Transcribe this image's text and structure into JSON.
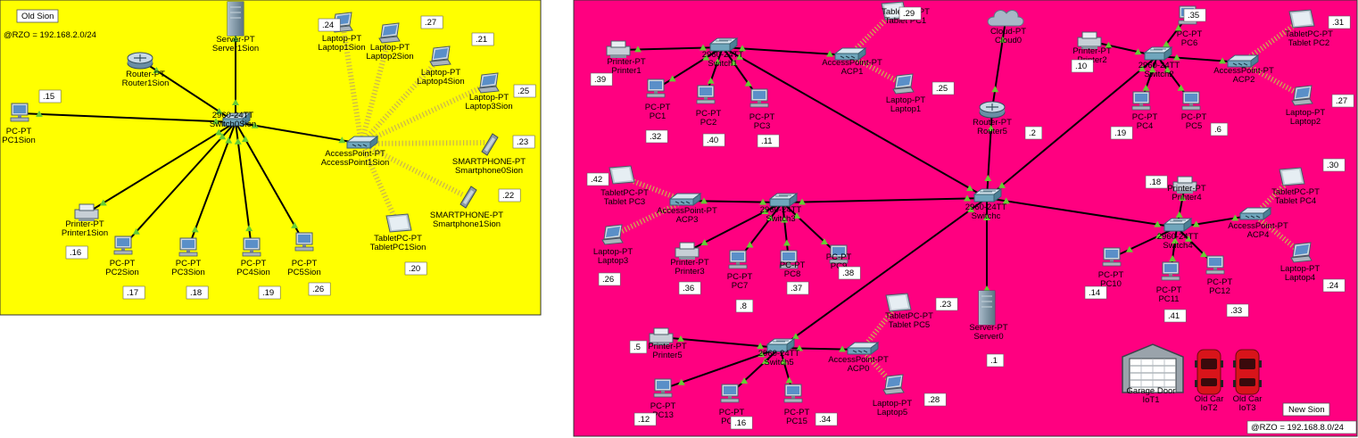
{
  "zones": [
    {
      "id": "old",
      "title": "Old Sion",
      "network": "@RZO = 192.168.2.0/24",
      "color": "#ffff00"
    },
    {
      "id": "new",
      "title": "New Sion",
      "network": "@RZO = 192.168.8.0/24",
      "color": "#ff0080"
    }
  ],
  "nodes": [
    {
      "id": "srv1",
      "type": "server",
      "label": [
        "Server-PT",
        "Server1Sion"
      ]
    },
    {
      "id": "rt1",
      "type": "router",
      "label": [
        "Router-PT",
        "Router1Sion"
      ]
    },
    {
      "id": "sw0s",
      "type": "switch",
      "label": [
        "2960-24TT",
        "Switch0Sion"
      ]
    },
    {
      "id": "pc1s",
      "type": "pc",
      "label": [
        "PC-PT",
        "PC1Sion"
      ],
      "ip": ".15"
    },
    {
      "id": "pr1s",
      "type": "printer",
      "label": [
        "Printer-PT",
        "Printer1Sion"
      ],
      "ip": ".16"
    },
    {
      "id": "pc2s",
      "type": "pc",
      "label": [
        "PC-PT",
        "PC2Sion"
      ],
      "ip": ".17"
    },
    {
      "id": "pc3s",
      "type": "pc",
      "label": [
        "PC-PT",
        "PC3Sion"
      ],
      "ip": ".18"
    },
    {
      "id": "pc4s",
      "type": "pc",
      "label": [
        "PC-PT",
        "PC4Sion"
      ],
      "ip": ".19"
    },
    {
      "id": "pc5s",
      "type": "pc",
      "label": [
        "PC-PT",
        "PC5Sion"
      ],
      "ip": ".26"
    },
    {
      "id": "ap1s",
      "type": "ap",
      "label": [
        "AccessPoint-PT",
        "AccessPoint1Sion"
      ]
    },
    {
      "id": "lt1s",
      "type": "laptop",
      "label": [
        "Laptop-PT",
        "Laptop1Sion"
      ],
      "ip": ".24"
    },
    {
      "id": "lt2s",
      "type": "laptop",
      "label": [
        "Laptop-PT",
        "Laptop2Sion"
      ],
      "ip": ".27"
    },
    {
      "id": "lt4s",
      "type": "laptop",
      "label": [
        "Laptop-PT",
        "Laptop4Sion"
      ],
      "ip": ".21"
    },
    {
      "id": "lt3s",
      "type": "laptop",
      "label": [
        "Laptop-PT",
        "Laptop3Sion"
      ],
      "ip": ".25"
    },
    {
      "id": "sp0s",
      "type": "phone",
      "label": [
        "SMARTPHONE-PT",
        "Smartphone0Sion"
      ],
      "ip": ".23"
    },
    {
      "id": "sp1s",
      "type": "phone",
      "label": [
        "SMARTPHONE-PT",
        "Smartphone1Sion"
      ],
      "ip": ".22"
    },
    {
      "id": "tb1s",
      "type": "tablet",
      "label": [
        "TabletPC-PT",
        "TabletPC1Sion"
      ],
      "ip": ".20"
    },
    {
      "id": "pr1",
      "type": "printer",
      "label": [
        "Printer-PT",
        "Printer1"
      ],
      "ip": ".39"
    },
    {
      "id": "sw1",
      "type": "switch",
      "label": [
        "2960-24TT",
        "Switch1"
      ]
    },
    {
      "id": "pc1",
      "type": "pc",
      "label": [
        "PC-PT",
        "PC1"
      ],
      "ip": ".32"
    },
    {
      "id": "pc2",
      "type": "pc",
      "label": [
        "PC-PT",
        "PC2"
      ],
      "ip": ".40"
    },
    {
      "id": "pc3",
      "type": "pc",
      "label": [
        "PC-PT",
        "PC3"
      ],
      "ip": ".11"
    },
    {
      "id": "acp1",
      "type": "ap",
      "label": [
        "AccessPoint-PT",
        "ACP1"
      ]
    },
    {
      "id": "tab1",
      "type": "tablet",
      "label": [
        "TabletPC-PT",
        "Tablet PC1"
      ],
      "ip": ".29"
    },
    {
      "id": "lap1",
      "type": "laptop",
      "label": [
        "Laptop-PT",
        "Laptop1"
      ],
      "ip": ".25"
    },
    {
      "id": "cloud",
      "type": "cloud",
      "label": [
        "Cloud-PT",
        "Cloud0"
      ]
    },
    {
      "id": "rt5",
      "type": "router",
      "label": [
        "Router-PT",
        "Router5"
      ],
      "ip": ".2"
    },
    {
      "id": "swc",
      "type": "switch",
      "label": [
        "2960-24TT",
        "Switchc"
      ]
    },
    {
      "id": "srv0",
      "type": "server",
      "label": [
        "Server-PT",
        "Server0"
      ],
      "ip": ".1"
    },
    {
      "id": "pr2",
      "type": "printer",
      "label": [
        "Printer-PT",
        "Printer2"
      ],
      "ip": ".10"
    },
    {
      "id": "sw2",
      "type": "switch",
      "label": [
        "2960-24TT",
        "Switch2"
      ]
    },
    {
      "id": "pc6",
      "type": "pc",
      "label": [
        "PC-PT",
        "PC6"
      ],
      "ip": ".35"
    },
    {
      "id": "pc4",
      "type": "pc",
      "label": [
        "PC-PT",
        "PC4"
      ],
      "ip": ".19"
    },
    {
      "id": "pc5",
      "type": "pc",
      "label": [
        "PC-PT",
        "PC5"
      ],
      "ip": ".6"
    },
    {
      "id": "acp2",
      "type": "ap",
      "label": [
        "AccessPoint-PT",
        "ACP2"
      ]
    },
    {
      "id": "tab2",
      "type": "tablet",
      "label": [
        "TabletPC-PT",
        "Tablet PC2"
      ],
      "ip": ".31"
    },
    {
      "id": "lap2",
      "type": "laptop",
      "label": [
        "Laptop-PT",
        "Laptop2"
      ],
      "ip": ".27"
    },
    {
      "id": "tab3",
      "type": "tablet",
      "label": [
        "TabletPC-PT",
        "Tablet PC3"
      ],
      "ip": ".42"
    },
    {
      "id": "acp3",
      "type": "ap",
      "label": [
        "AccessPoint-PT",
        "ACP3"
      ]
    },
    {
      "id": "sw3",
      "type": "switch",
      "label": [
        "2960-24TT",
        "Switch3"
      ]
    },
    {
      "id": "lap3",
      "type": "laptop",
      "label": [
        "Laptop-PT",
        "Laptop3"
      ],
      "ip": ".26"
    },
    {
      "id": "pr3",
      "type": "printer",
      "label": [
        "Printer-PT",
        "Printer3"
      ],
      "ip": ".36"
    },
    {
      "id": "pc7",
      "type": "pc",
      "label": [
        "PC-PT",
        "PC7"
      ],
      "ip": ".8"
    },
    {
      "id": "pc8",
      "type": "pc",
      "label": [
        "PC-PT",
        "PC8"
      ],
      "ip": ".37"
    },
    {
      "id": "pc9",
      "type": "pc",
      "label": [
        "PC-PT",
        "PC9"
      ],
      "ip": ".38"
    },
    {
      "id": "pr4",
      "type": "printer",
      "label": [
        "Printer-PT",
        "Printer4"
      ],
      "ip": ".18"
    },
    {
      "id": "sw4",
      "type": "switch",
      "label": [
        "2960-24TT",
        "Switch4"
      ]
    },
    {
      "id": "acp4",
      "type": "ap",
      "label": [
        "AccessPoint-PT",
        "ACP4"
      ]
    },
    {
      "id": "tab4",
      "type": "tablet",
      "label": [
        "TabletPC-PT",
        "Tablet PC4"
      ],
      "ip": ".30"
    },
    {
      "id": "lap4",
      "type": "laptop",
      "label": [
        "Laptop-PT",
        "Laptop4"
      ],
      "ip": ".24"
    },
    {
      "id": "pc10",
      "type": "pc",
      "label": [
        "PC-PT",
        "PC10"
      ],
      "ip": ".14"
    },
    {
      "id": "pc11",
      "type": "pc",
      "label": [
        "PC-PT",
        "PC11"
      ],
      "ip": ".41"
    },
    {
      "id": "pc12",
      "type": "pc",
      "label": [
        "PC-PT",
        "PC12"
      ],
      "ip": ".33"
    },
    {
      "id": "pr5",
      "type": "printer",
      "label": [
        "Printer-PT",
        "Printer5"
      ],
      "ip": ".5"
    },
    {
      "id": "sw5",
      "type": "switch",
      "label": [
        "2960-24TT",
        "Switch5"
      ]
    },
    {
      "id": "acp0",
      "type": "ap",
      "label": [
        "AccessPoint-PT",
        "ACP0"
      ]
    },
    {
      "id": "tab5",
      "type": "tablet",
      "label": [
        "TabletPC-PT",
        "Tablet PC5"
      ],
      "ip": ".23"
    },
    {
      "id": "lap5",
      "type": "laptop",
      "label": [
        "Laptop-PT",
        "Laptop5"
      ],
      "ip": ".28"
    },
    {
      "id": "pc13",
      "type": "pc",
      "label": [
        "PC-PT",
        "PC13"
      ],
      "ip": ".12"
    },
    {
      "id": "pc14",
      "type": "pc",
      "label": [
        "PC-PT",
        "PC14"
      ],
      "ip": ".16"
    },
    {
      "id": "pc15",
      "type": "pc",
      "label": [
        "PC-PT",
        "PC15"
      ],
      "ip": ".34"
    },
    {
      "id": "iot1",
      "type": "garage",
      "label": [
        "Garage Door",
        "IoT1"
      ]
    },
    {
      "id": "iot2",
      "type": "car",
      "label": [
        "Old Car",
        "IoT2"
      ]
    },
    {
      "id": "iot3",
      "type": "car",
      "label": [
        "Old Car",
        "IoT3"
      ]
    }
  ],
  "links": [
    [
      "srv1",
      "sw0s",
      "wire"
    ],
    [
      "rt1",
      "sw0s",
      "wire"
    ],
    [
      "pc1s",
      "sw0s",
      "wire"
    ],
    [
      "pr1s",
      "sw0s",
      "wire"
    ],
    [
      "pc2s",
      "sw0s",
      "wire"
    ],
    [
      "pc3s",
      "sw0s",
      "wire"
    ],
    [
      "pc4s",
      "sw0s",
      "wire"
    ],
    [
      "pc5s",
      "sw0s",
      "wire"
    ],
    [
      "sw0s",
      "ap1s",
      "wire"
    ],
    [
      "ap1s",
      "lt1s",
      "wireless"
    ],
    [
      "ap1s",
      "lt2s",
      "wireless"
    ],
    [
      "ap1s",
      "lt4s",
      "wireless"
    ],
    [
      "ap1s",
      "lt3s",
      "wireless"
    ],
    [
      "ap1s",
      "sp0s",
      "wireless"
    ],
    [
      "ap1s",
      "sp1s",
      "wireless"
    ],
    [
      "ap1s",
      "tb1s",
      "wireless"
    ],
    [
      "pr1",
      "sw1",
      "wire"
    ],
    [
      "pc1",
      "sw1",
      "wire"
    ],
    [
      "pc2",
      "sw1",
      "wire"
    ],
    [
      "pc3",
      "sw1",
      "wire"
    ],
    [
      "sw1",
      "acp1",
      "wire"
    ],
    [
      "acp1",
      "tab1",
      "wireless"
    ],
    [
      "acp1",
      "lap1",
      "wireless"
    ],
    [
      "sw1",
      "swc",
      "wire"
    ],
    [
      "cloud",
      "rt5",
      "wire"
    ],
    [
      "rt5",
      "swc",
      "wire"
    ],
    [
      "srv0",
      "swc",
      "wire"
    ],
    [
      "pr2",
      "sw2",
      "wire"
    ],
    [
      "pc6",
      "sw2",
      "wire"
    ],
    [
      "pc4",
      "sw2",
      "wire"
    ],
    [
      "pc5",
      "sw2",
      "wire"
    ],
    [
      "sw2",
      "acp2",
      "wire"
    ],
    [
      "acp2",
      "tab2",
      "wireless"
    ],
    [
      "acp2",
      "lap2",
      "wireless"
    ],
    [
      "sw2",
      "swc",
      "wire"
    ],
    [
      "acp3",
      "sw3",
      "wire"
    ],
    [
      "tab3",
      "acp3",
      "wireless"
    ],
    [
      "lap3",
      "acp3",
      "wireless"
    ],
    [
      "pr3",
      "sw3",
      "wire"
    ],
    [
      "pc7",
      "sw3",
      "wire"
    ],
    [
      "pc8",
      "sw3",
      "wire"
    ],
    [
      "pc9",
      "sw3",
      "wire"
    ],
    [
      "sw3",
      "swc",
      "wire"
    ],
    [
      "pr4",
      "sw4",
      "wire"
    ],
    [
      "sw4",
      "acp4",
      "wire"
    ],
    [
      "acp4",
      "tab4",
      "wireless"
    ],
    [
      "acp4",
      "lap4",
      "wireless"
    ],
    [
      "pc10",
      "sw4",
      "wire"
    ],
    [
      "pc11",
      "sw4",
      "wire"
    ],
    [
      "pc12",
      "sw4",
      "wire"
    ],
    [
      "sw4",
      "swc",
      "wire"
    ],
    [
      "pr5",
      "sw5",
      "wire"
    ],
    [
      "sw5",
      "acp0",
      "wire"
    ],
    [
      "acp0",
      "tab5",
      "wireless"
    ],
    [
      "acp0",
      "lap5",
      "wireless"
    ],
    [
      "pc13",
      "sw5",
      "wire"
    ],
    [
      "pc14",
      "sw5",
      "wire"
    ],
    [
      "pc15",
      "sw5",
      "wire"
    ],
    [
      "sw5",
      "swc",
      "wire"
    ]
  ],
  "colors": {
    "wire": "#000000",
    "wireless": "#c8b450",
    "port": "#66cc33"
  }
}
